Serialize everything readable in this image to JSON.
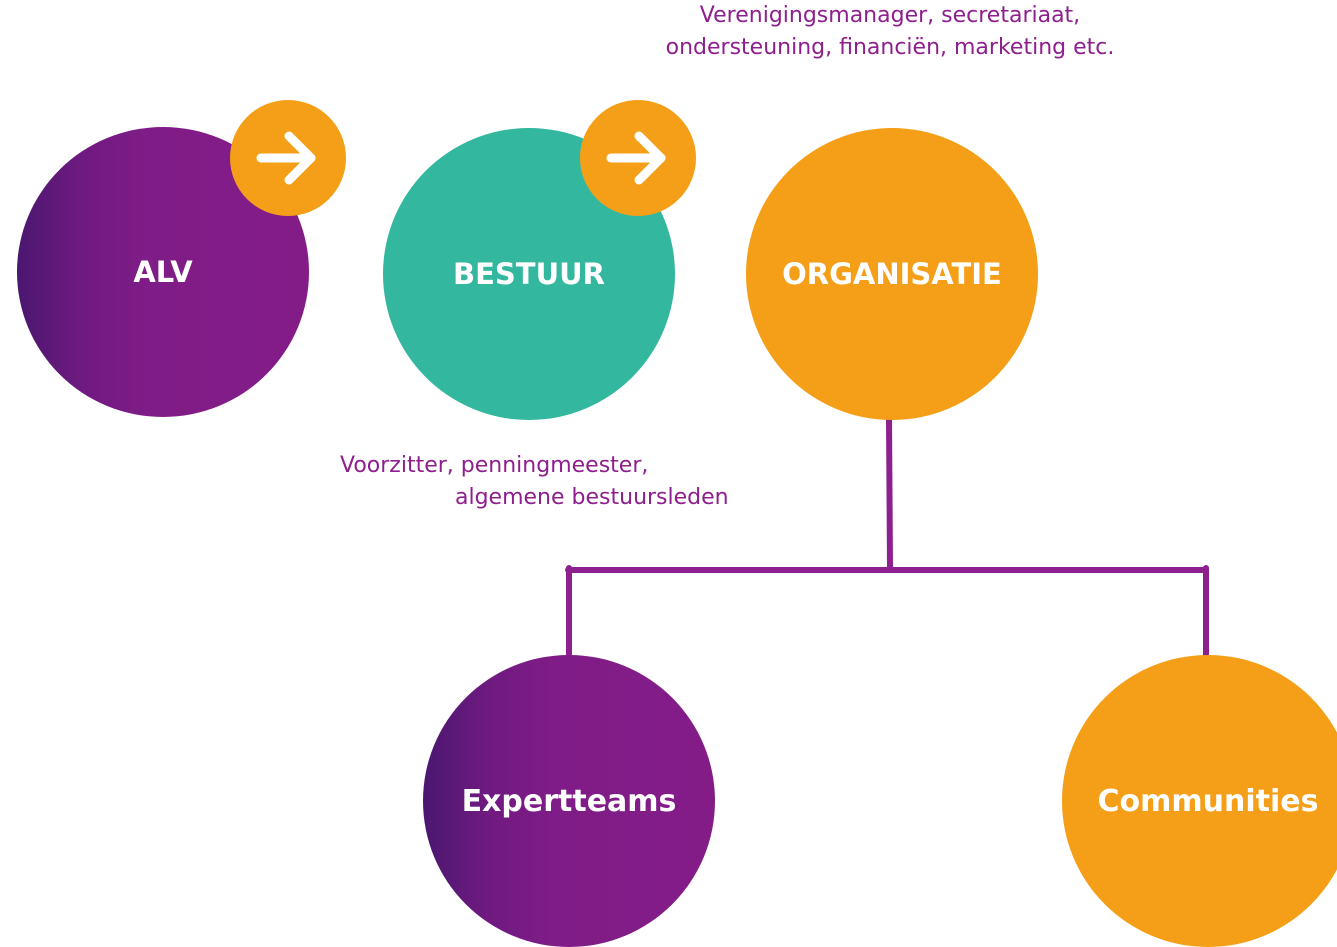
{
  "diagram": {
    "nodes": {
      "alv": {
        "label": "ALV"
      },
      "bestuur": {
        "label": "BESTUUR"
      },
      "organisatie": {
        "label": "ORGANISATIE"
      },
      "expertteams": {
        "label": "Expertteams"
      },
      "communities": {
        "label": "Communities"
      }
    },
    "captions": {
      "organisatie": {
        "line1": "Verenigingsmanager, secretariaat,",
        "line2": "ondersteuning, financiën, marketing etc."
      },
      "bestuur": {
        "line1": "Voorzitter, penningmeester,",
        "line2": "algemene bestuursleden"
      }
    },
    "icons": [
      "arrow-right-icon",
      "arrow-right-icon"
    ],
    "colors": {
      "purple": "#841c88",
      "purple_dark": "#4a1770",
      "teal": "#33b89f",
      "orange": "#f49f17",
      "caption_text": "#8e1f8e",
      "connector": "#8e1f8e"
    }
  }
}
